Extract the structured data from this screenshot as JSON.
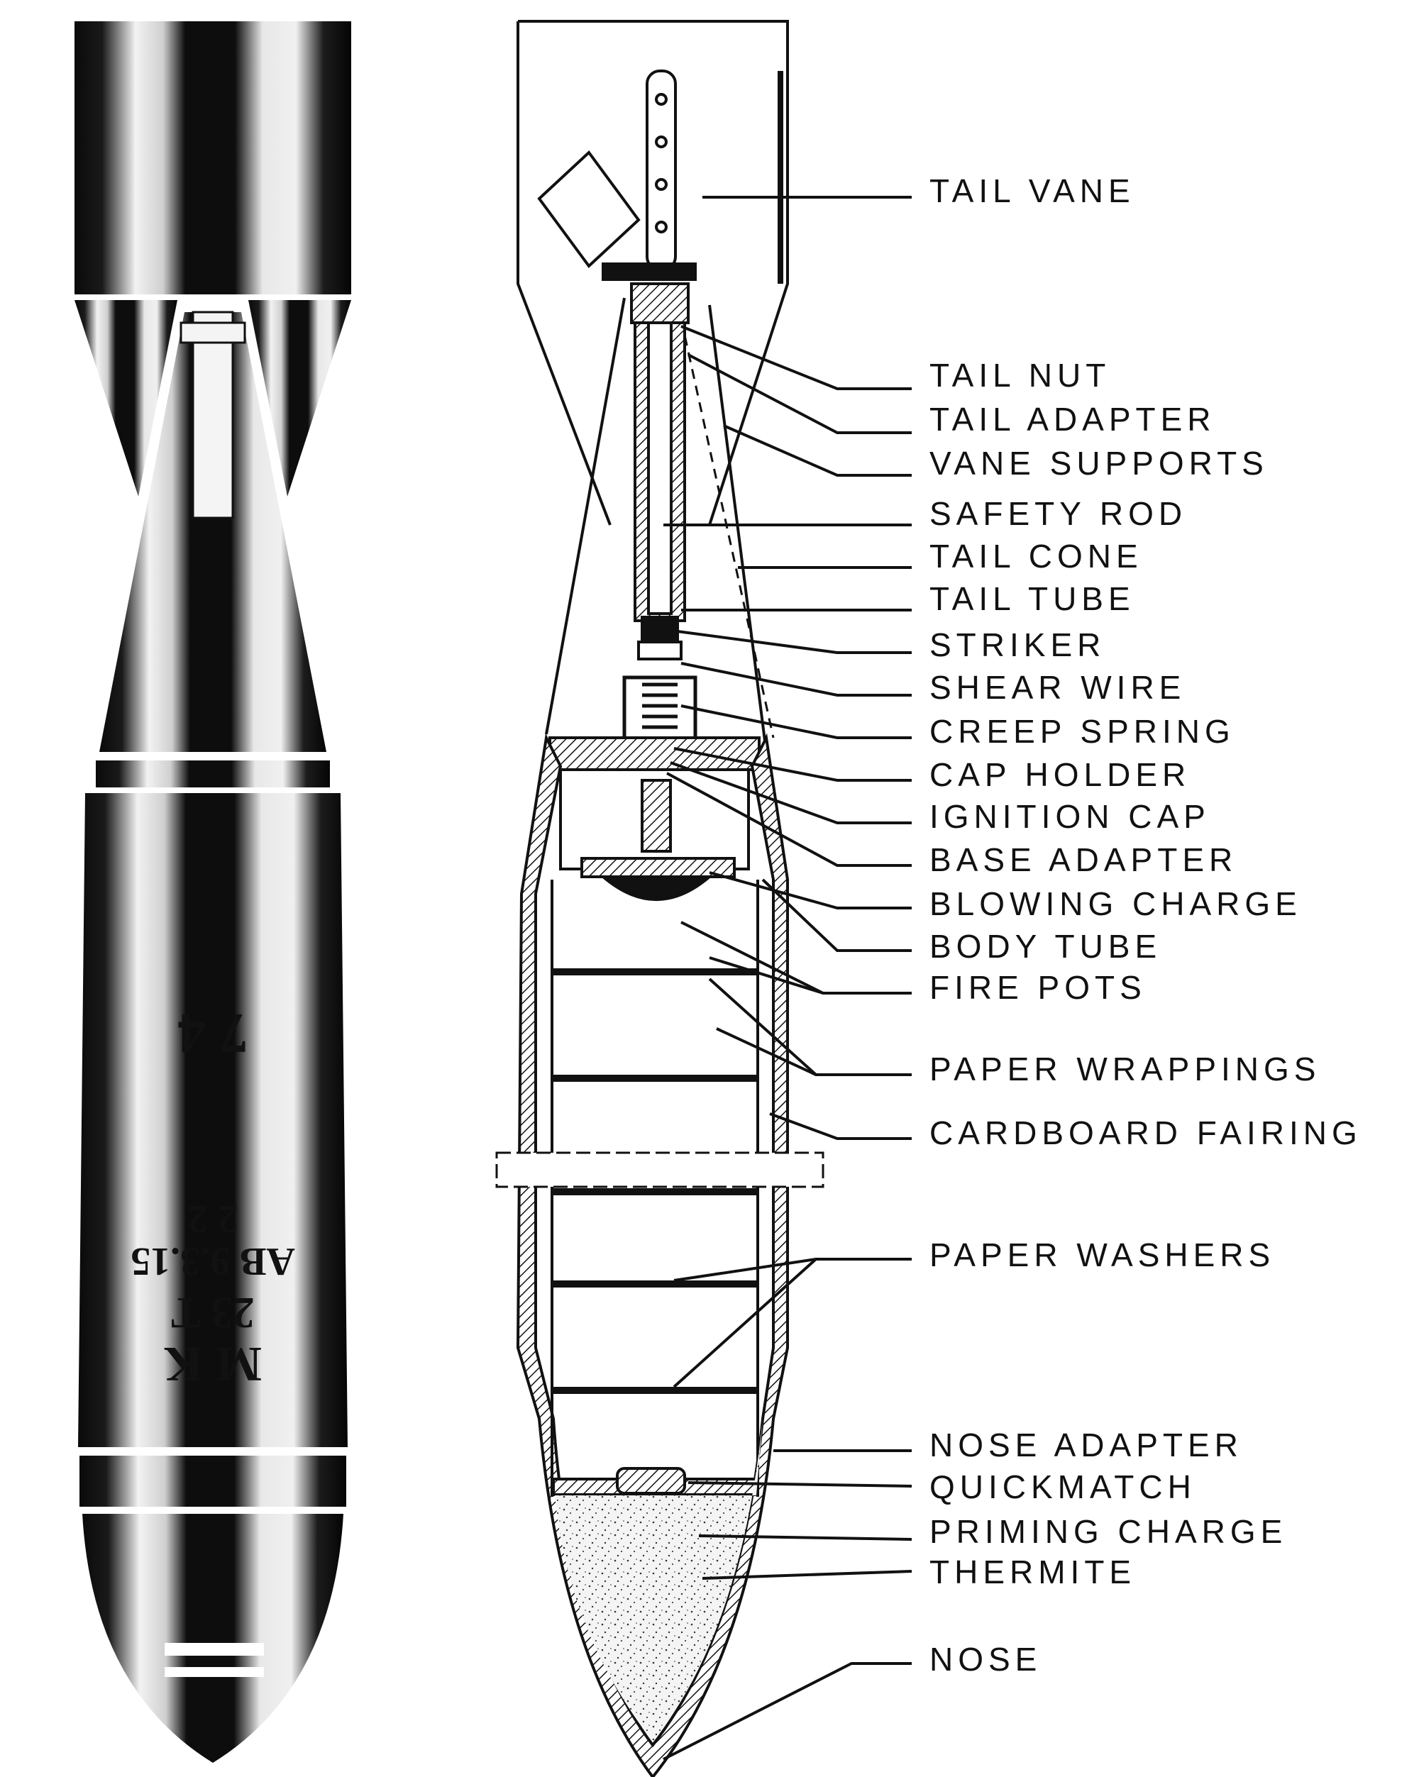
{
  "diagram": {
    "labels": [
      {
        "key": "tail-vane",
        "text": "TAIL VANE"
      },
      {
        "key": "tail-nut",
        "text": "TAIL NUT"
      },
      {
        "key": "tail-adapter",
        "text": "TAIL ADAPTER"
      },
      {
        "key": "vane-supports",
        "text": "VANE SUPPORTS"
      },
      {
        "key": "safety-rod",
        "text": "SAFETY ROD"
      },
      {
        "key": "tail-cone",
        "text": "TAIL CONE"
      },
      {
        "key": "tail-tube",
        "text": "TAIL TUBE"
      },
      {
        "key": "striker",
        "text": "STRIKER"
      },
      {
        "key": "shear-wire",
        "text": "SHEAR WIRE"
      },
      {
        "key": "creep-spring",
        "text": "CREEP SPRING"
      },
      {
        "key": "cap-holder",
        "text": "CAP HOLDER"
      },
      {
        "key": "ignition-cap",
        "text": "IGNITION CAP"
      },
      {
        "key": "base-adapter",
        "text": "BASE ADAPTER"
      },
      {
        "key": "blowing-charge",
        "text": "BLOWING CHARGE"
      },
      {
        "key": "body-tube",
        "text": "BODY TUBE"
      },
      {
        "key": "fire-pots",
        "text": "FIRE POTS"
      },
      {
        "key": "paper-wrappings",
        "text": "PAPER WRAPPINGS"
      },
      {
        "key": "cardboard-fairing",
        "text": "CARDBOARD FAIRING"
      },
      {
        "key": "paper-washers",
        "text": "PAPER WASHERS"
      },
      {
        "key": "nose-adapter",
        "text": "NOSE ADAPTER"
      },
      {
        "key": "quickmatch",
        "text": "QUICKMATCH"
      },
      {
        "key": "priming-charge",
        "text": "PRIMING CHARGE"
      },
      {
        "key": "thermite",
        "text": "THERMITE"
      },
      {
        "key": "nose",
        "text": "NOSE"
      }
    ],
    "stencil": {
      "line1": "M K",
      "line2": "23 T",
      "line3": "AB 9.3.15",
      "line4": "2 2",
      "mark": "7 4"
    }
  }
}
